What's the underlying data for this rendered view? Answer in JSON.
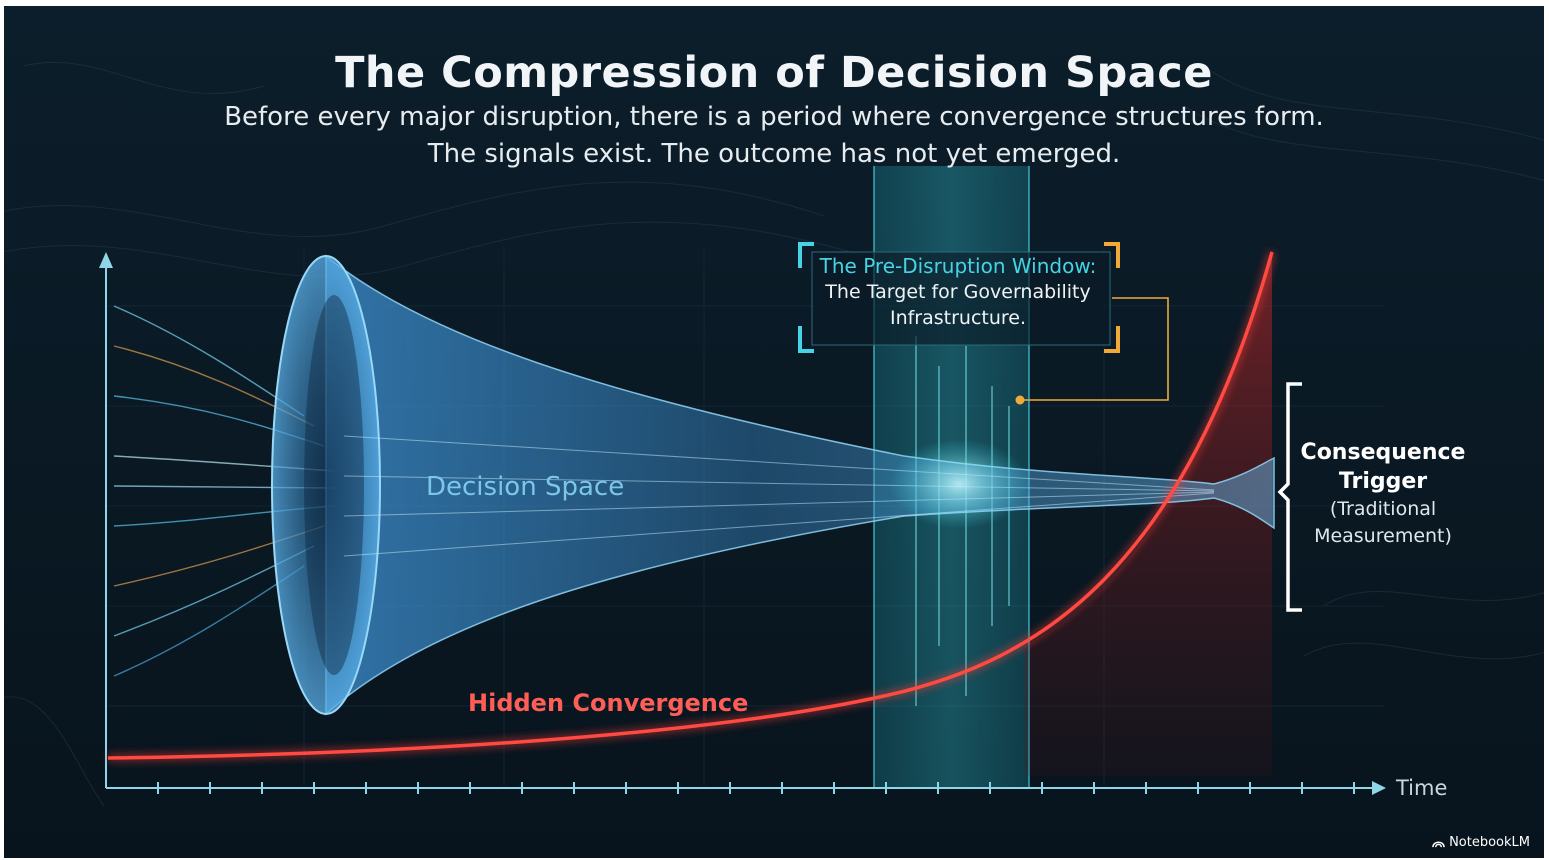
{
  "header": {
    "title": "The Compression of Decision Space",
    "subtitle_line1": "Before every major disruption, there is a period where convergence structures form.",
    "subtitle_line2": "The signals exist. The outcome has not yet emerged."
  },
  "labels": {
    "decision_space": "Decision Space",
    "hidden_convergence": "Hidden Convergence",
    "time_axis": "Time"
  },
  "window_callout": {
    "heading": "The Pre-Disruption Window:",
    "line2": "The Target for Governability",
    "line3": "Infrastructure."
  },
  "trigger": {
    "line1": "Consequence",
    "line2": "Trigger",
    "line3": "(Traditional",
    "line4": "Measurement)"
  },
  "brand": {
    "name": "NotebookLM",
    "icon": "notebooklm-logo-icon"
  },
  "colors": {
    "background": "#0a1824",
    "funnel": "#4aa3e0",
    "curve": "#ff3b35",
    "window": "#2fd0e0",
    "callout_bracket_left": "#46d3e6",
    "callout_bracket_right": "#f2a93b",
    "axis": "#8fd6e8"
  }
}
